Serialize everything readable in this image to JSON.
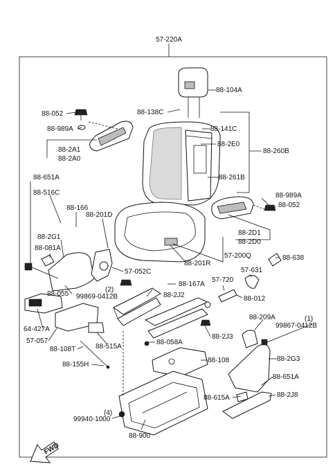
{
  "assembly_label": "57-220A",
  "callouts": {
    "c88_104A": "88-104A",
    "c88_052_top": "88-052",
    "c88_138C": "88-138C",
    "c88_989A_top": "88-989A",
    "c88_141C": "88-141C",
    "c88_2E0": "88-2E0",
    "c88_260B": "88-260B",
    "c88_2A1": "88-2A1",
    "c88_2A0": "88-2A0",
    "c88_261B": "88-261B",
    "c88_651A_top": "88-651A",
    "c88_989A_right": "88-989A",
    "c88_516C": "88-516C",
    "c88_052_right": "88-052",
    "c88_166": "88-166",
    "c88_201D": "88-201D",
    "c88_2D1": "88-2D1",
    "c88_2D0": "88-2D0",
    "c88_2G1": "88-2G1",
    "c57_200Q": "57-200Q",
    "c88_638": "88-638",
    "c88_081A": "88-081A",
    "c88_201R": "88-201R",
    "c57_052C": "57-052C",
    "c57_631": "57-631",
    "c88_167A": "88-167A",
    "c57_720": "57-720",
    "c88_055": "88-055",
    "c_qty2": "(2)",
    "c99869_0412B": "99869-0412B",
    "c88_2J2": "88-2J2",
    "c88_012": "88-012",
    "c64_427A": "64-427A",
    "c88_209A": "88-209A",
    "c_qty1": "(1)",
    "c99867_0412B": "99867-0412B",
    "c88_2J3": "88-2J3",
    "c57_057": "57-057",
    "c88_515A": "88-515A",
    "c88_058A": "88-058A",
    "c88_108T": "88-108T",
    "c88_108": "88-108",
    "c88_2G3": "88-2G3",
    "c88_155H": "88-155H",
    "c88_651A_bottom": "88-651A",
    "c88_615A": "88-615A",
    "c88_2J8": "88-2J8",
    "c_qty4": "(4)",
    "c99940_1000": "99940-1000",
    "c88_900": "88-900"
  },
  "fwd_label": "FWD"
}
